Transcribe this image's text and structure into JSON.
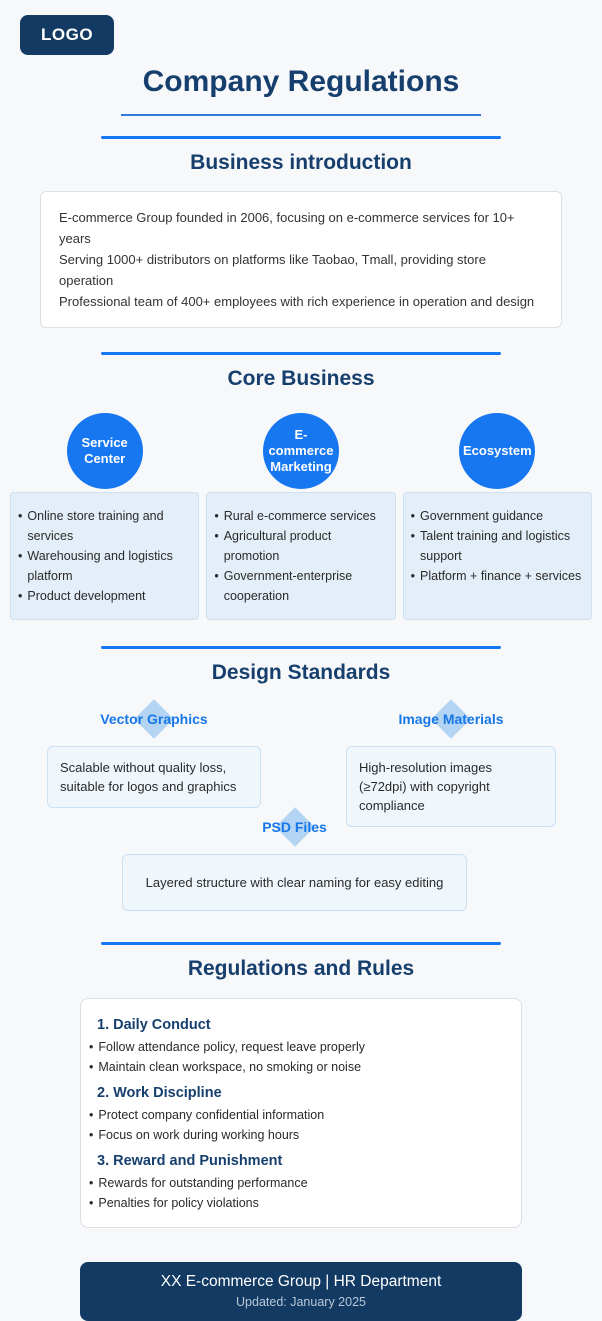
{
  "logo": "LOGO",
  "title": "Company Regulations",
  "ui": {
    "bullet": "•"
  },
  "colors": {
    "accent_blue": "#1677f0",
    "heading_navy": "#163f6e",
    "dark_navy_bg": "#123a63",
    "light_blue_box_bg": "#e3eef8",
    "design_box_bg": "#eff7fd",
    "diamond_blue": "#b3d4f2",
    "page_bg": "#f7f8fa"
  },
  "sections": {
    "intro": {
      "heading": "Business introduction",
      "lines": [
        "E-commerce Group founded in 2006, focusing on e-commerce services for 10+ years",
        "Serving 1000+ distributors on platforms like Taobao, Tmall, providing store operation",
        "Professional team of 400+ employees with rich experience in operation and design"
      ]
    },
    "core": {
      "heading": "Core Business",
      "columns": [
        {
          "circle": "Service Center",
          "items": [
            "Online store training and services",
            "Warehousing and logistics platform",
            "Product development"
          ]
        },
        {
          "circle": "E-commerce Marketing",
          "items": [
            "Rural e-commerce services",
            "Agricultural product promotion",
            "Government-enterprise cooperation"
          ]
        },
        {
          "circle": "Ecosystem",
          "items": [
            "Government guidance",
            "Talent training and logistics support",
            "Platform + finance + services"
          ]
        }
      ]
    },
    "design": {
      "heading": "Design Standards",
      "items": [
        {
          "label": "Vector Graphics",
          "text": "Scalable without quality loss, suitable for logos and graphics"
        },
        {
          "label": "Image Materials",
          "text": "High-resolution images (≥72dpi) with copyright compliance"
        },
        {
          "label": "PSD Files",
          "text": "Layered structure with clear naming for easy editing"
        }
      ]
    },
    "rules": {
      "heading": "Regulations and Rules",
      "groups": [
        {
          "title": "1. Daily Conduct",
          "items": [
            "Follow attendance policy, request leave properly",
            "Maintain clean workspace, no smoking or noise"
          ]
        },
        {
          "title": "2. Work Discipline",
          "items": [
            "Protect company confidential information",
            "Focus on work during working hours"
          ]
        },
        {
          "title": "3. Reward and Punishment",
          "items": [
            "Rewards for outstanding performance",
            "Penalties for policy violations"
          ]
        }
      ]
    }
  },
  "footer": {
    "line1": "XX E-commerce Group | HR Department",
    "line2": "Updated: January 2025"
  }
}
